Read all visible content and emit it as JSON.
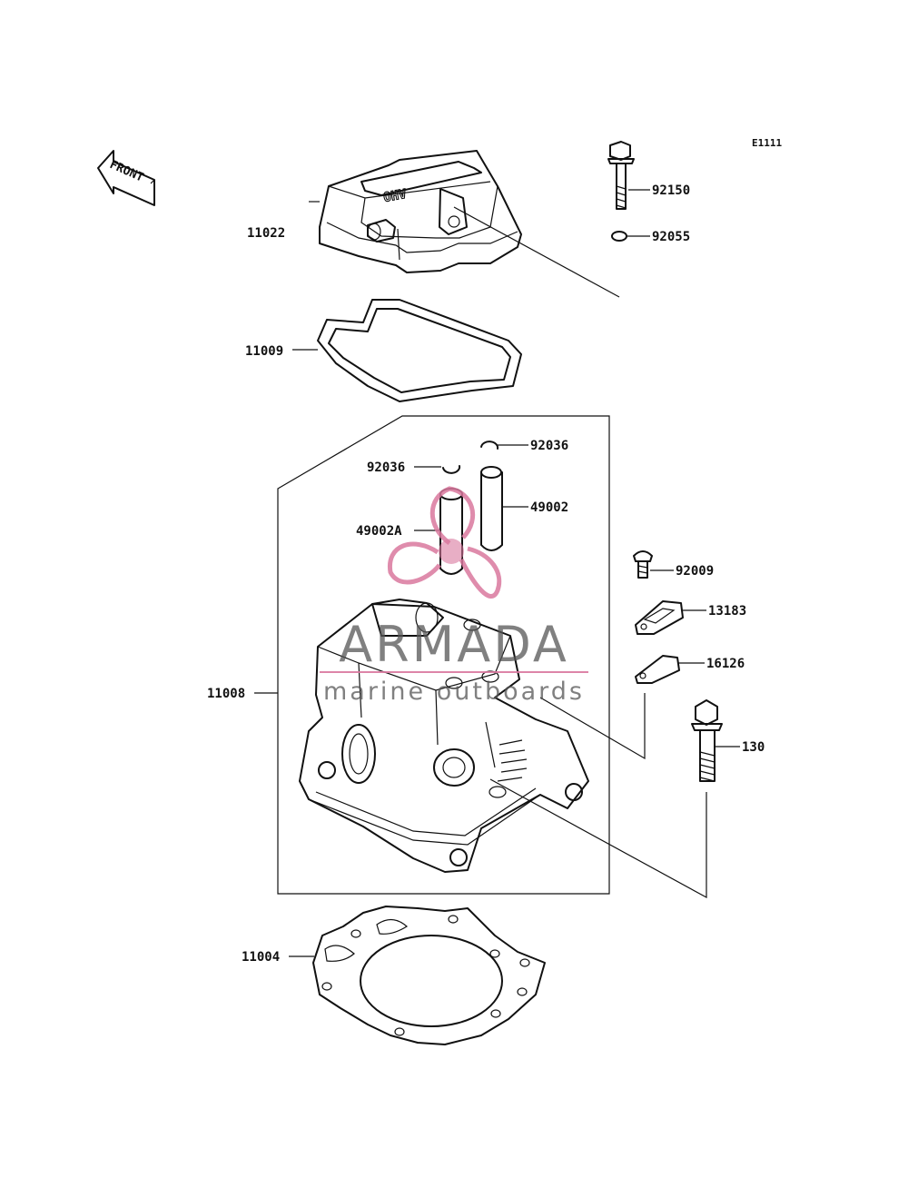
{
  "diagram_code": "E1111",
  "front_marker": {
    "text": "FRONT",
    "icon": "front-arrow-icon"
  },
  "parts": [
    {
      "id": "11022",
      "label": "11022",
      "name": "cylinder head cover"
    },
    {
      "id": "11009",
      "label": "11009",
      "name": "gasket"
    },
    {
      "id": "92150",
      "label": "92150",
      "name": "bolt"
    },
    {
      "id": "92055",
      "label": "92055",
      "name": "o-ring"
    },
    {
      "id": "92036a",
      "label": "92036",
      "name": "clip"
    },
    {
      "id": "92036b",
      "label": "92036",
      "name": "clip"
    },
    {
      "id": "49002",
      "label": "49002",
      "name": "valve guide"
    },
    {
      "id": "49002A",
      "label": "49002A",
      "name": "valve guide"
    },
    {
      "id": "92009",
      "label": "92009",
      "name": "screw"
    },
    {
      "id": "13183",
      "label": "13183",
      "name": "plate"
    },
    {
      "id": "16126",
      "label": "16126",
      "name": "gasket"
    },
    {
      "id": "130",
      "label": "130",
      "name": "bolt"
    },
    {
      "id": "11008",
      "label": "11008",
      "name": "cylinder head assembly"
    },
    {
      "id": "11004",
      "label": "11004",
      "name": "head gasket"
    }
  ],
  "watermark": {
    "brand": "ARMADA",
    "tagline": "marine outboards",
    "accent_color": "#d9789e",
    "icon": "propeller-icon"
  }
}
